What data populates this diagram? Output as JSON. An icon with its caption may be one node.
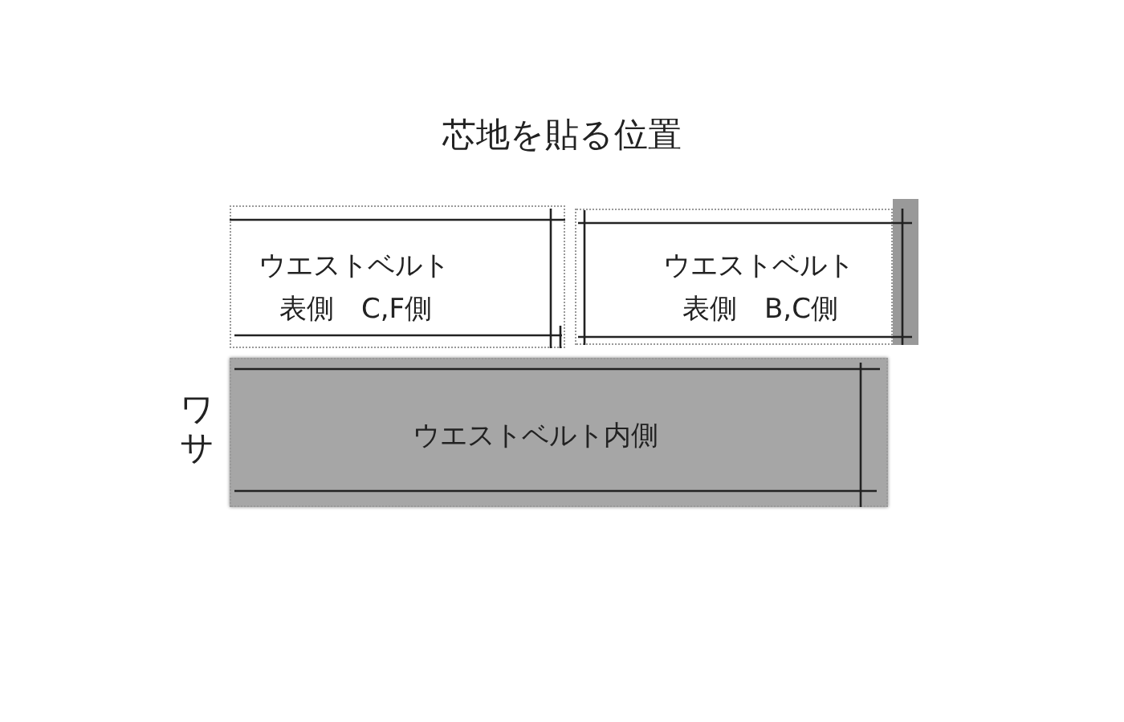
{
  "diagram": {
    "title": "芯地を貼る位置",
    "nodes": [
      {
        "text": [
          "ウエストベルト",
          "表側　C,F側"
        ]
      },
      {
        "text": [
          "ウエストベルト",
          "表側　B,C側"
        ]
      },
      {
        "text": [
          "ウエストベルト内側"
        ]
      }
    ],
    "labels": [
      "ワサ"
    ]
  }
}
